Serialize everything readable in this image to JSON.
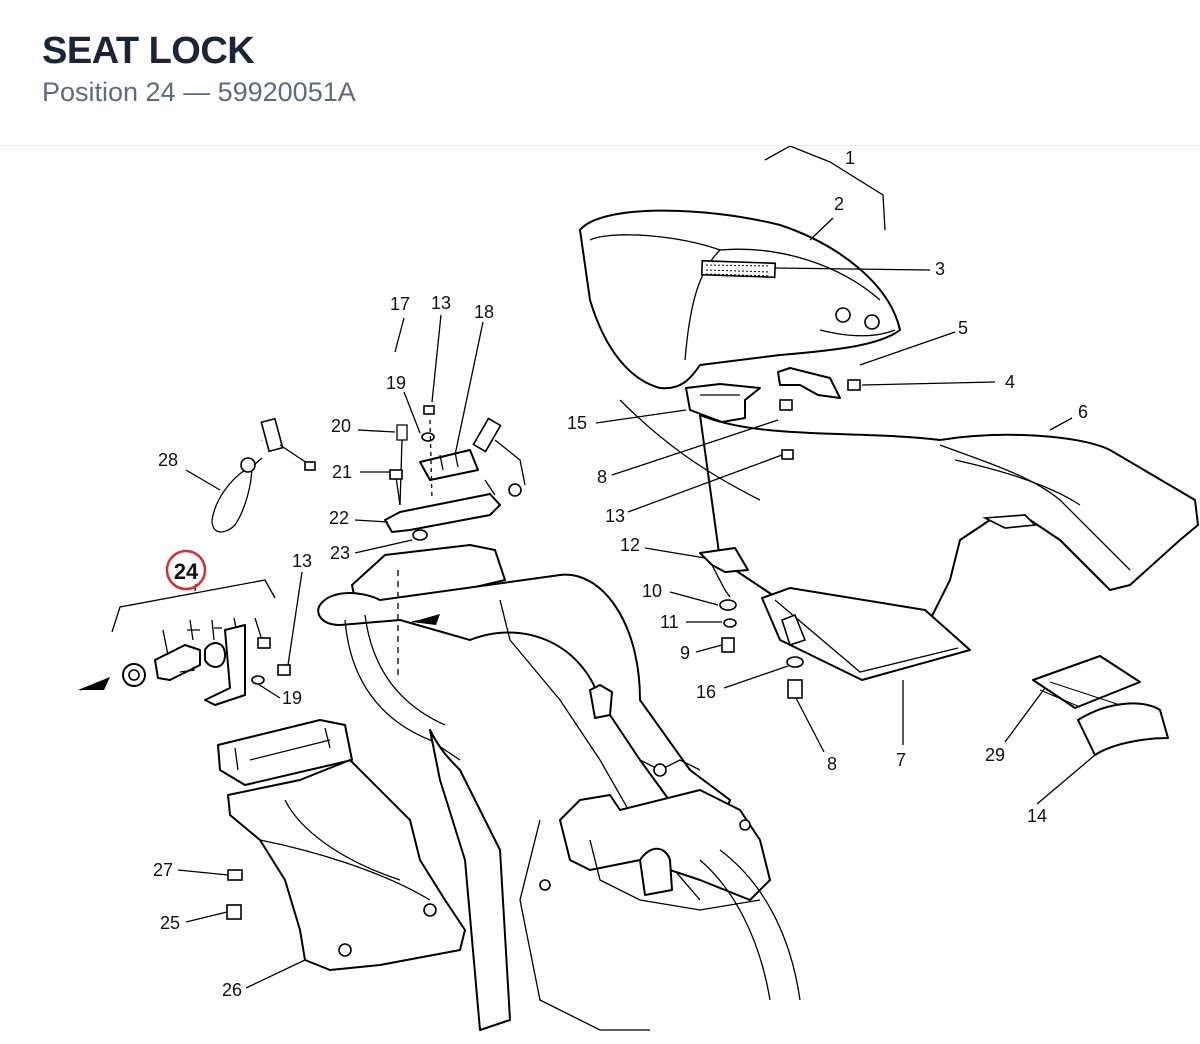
{
  "header": {
    "title": "SEAT LOCK",
    "subtitle": "Position 24 — 59920051A"
  },
  "diagram": {
    "highlight_color": "#d32f2f",
    "highlighted_label": "24",
    "labels": [
      "1",
      "2",
      "3",
      "4",
      "5",
      "6",
      "7",
      "8",
      "8",
      "9",
      "10",
      "11",
      "12",
      "13",
      "13",
      "13",
      "14",
      "15",
      "16",
      "17",
      "18",
      "19",
      "19",
      "20",
      "21",
      "22",
      "23",
      "24",
      "25",
      "26",
      "27",
      "28",
      "29"
    ]
  }
}
